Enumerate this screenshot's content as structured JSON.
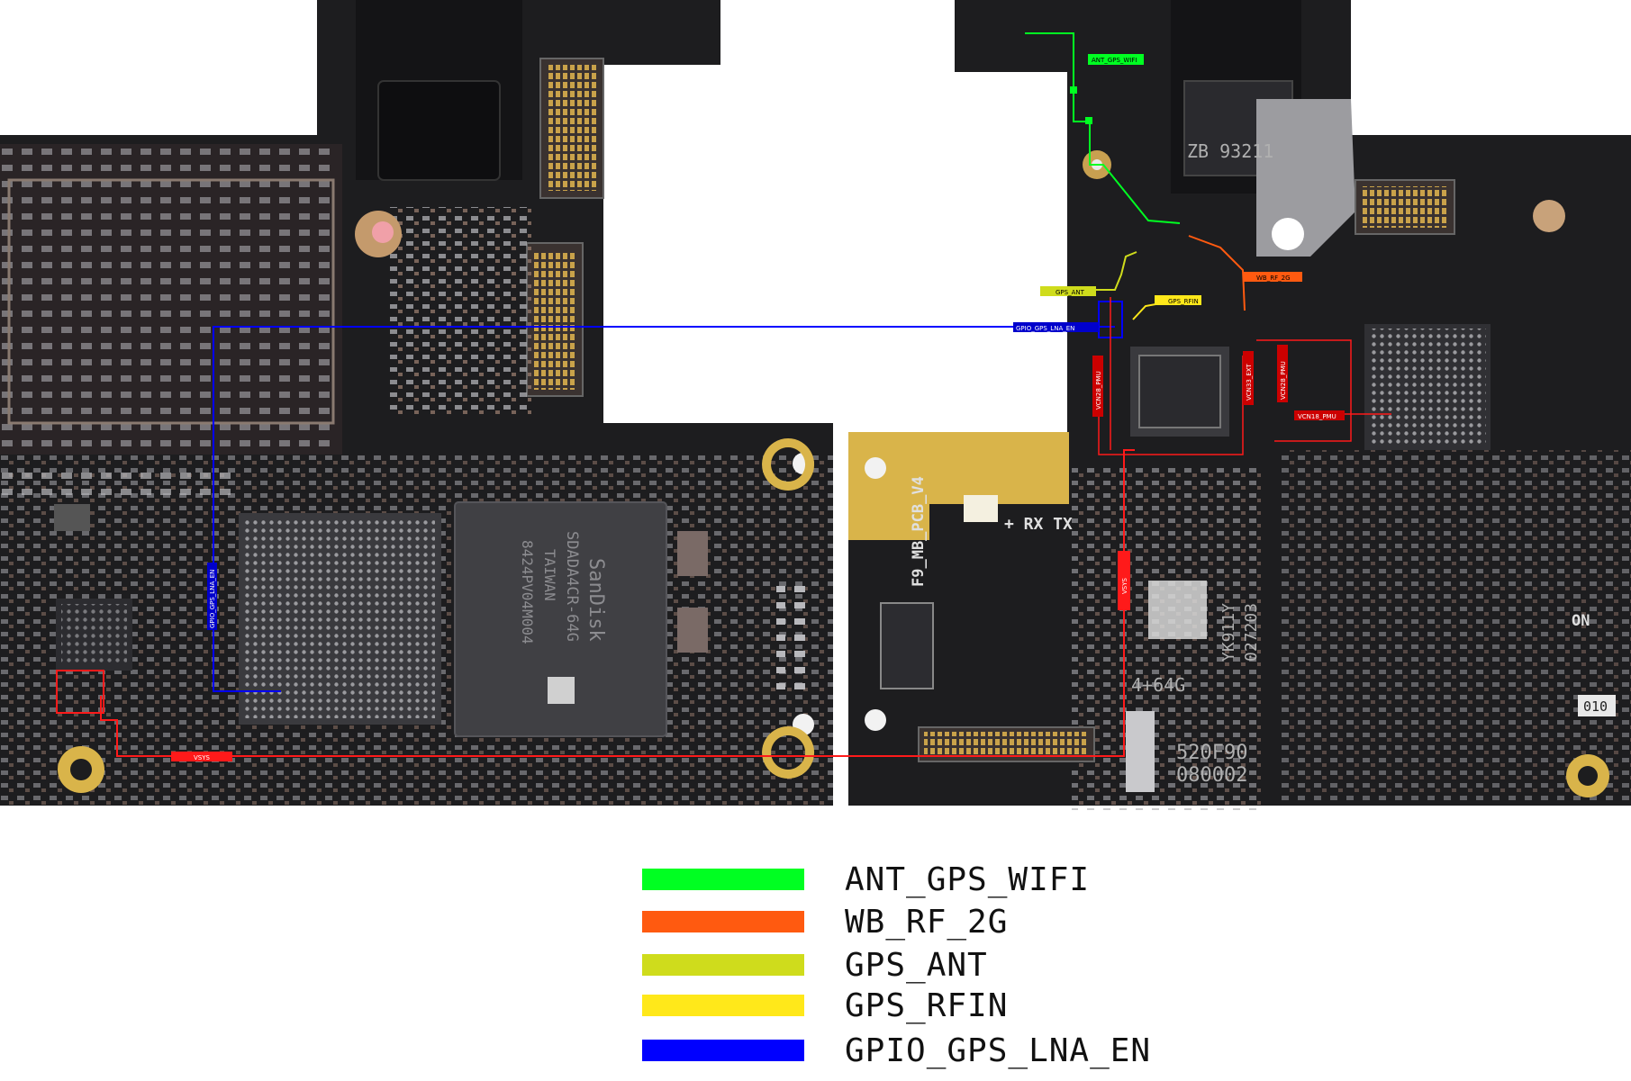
{
  "colors": {
    "pcb": "#1d1d1f",
    "pcb_dark": "#141416",
    "gold": "#d9b44a",
    "pad": "#c9c9cc",
    "silk": "#d8d8d8",
    "ant_gps_wifi": "#00ff22",
    "wb_rf_2g": "#ff5a10",
    "gps_ant": "#cfdc1c",
    "gps_rfin": "#ffe81a",
    "gpio_gps_lna_en": "#0000ff",
    "vsys": "#ff1a1a"
  },
  "net_tags": {
    "ant_gps_wifi": "ANT_GPS_WIFI",
    "wb_rf_2g": "WB_RF_2G",
    "gps_ant": "GPS_ANT",
    "gps_rfin": "GPS_RFIN",
    "gpio_gps_lna_en": "GPIO_GPS_LNA_EN",
    "gpio_gps_lna_en_vertical": "GPIO_GPS_LNA_EN",
    "vsys_left": "VSYS",
    "vsys_right": "VSYS",
    "vcn28_pmu": "VCN28_PMU",
    "vcn33_ext": "VCN33_EXT",
    "vcn28_pmu_2": "VCN28_PMU",
    "vcn18_pmu": "VCN18_PMU"
  },
  "silkscreen": {
    "sandisk": "SanDisk",
    "part_no": "SDADA4CR-64G",
    "country": "TAIWAN",
    "lot": "8424PV04M004",
    "pcb_name": "F9_MB_PCB_V4",
    "rxtx": "+ RX TX",
    "board_code_1": "YK911Y",
    "board_code_2": "027203",
    "memory": "4+64G",
    "date_1": "520F90",
    "date_2": "080002",
    "jack_1": "ZB 93211",
    "on": "ON",
    "code_010": "010"
  },
  "legend": [
    {
      "label": "ANT_GPS_WIFI",
      "color": "#00ff22"
    },
    {
      "label": "WB_RF_2G",
      "color": "#ff5a10"
    },
    {
      "label": "GPS_ANT",
      "color": "#cfdc1c"
    },
    {
      "label": "GPS_RFIN",
      "color": "#ffe81a"
    },
    {
      "label": "GPIO_GPS_LNA_EN",
      "color": "#0000ff"
    }
  ]
}
